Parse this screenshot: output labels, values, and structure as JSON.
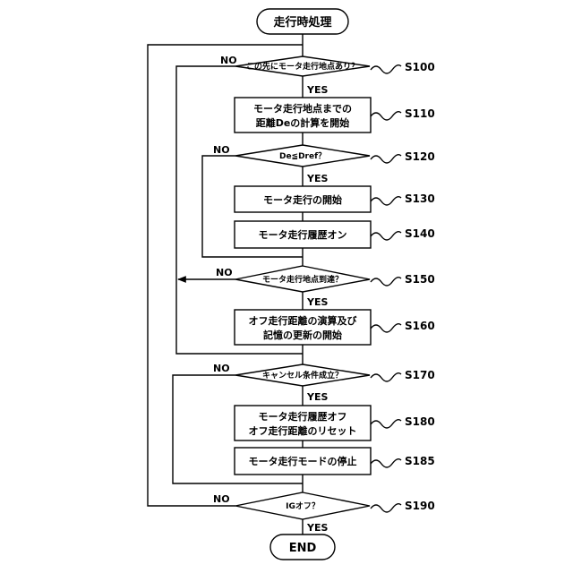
{
  "start": "走行時処理",
  "end": "END",
  "yes": "YES",
  "no": "NO",
  "steps": {
    "s100": {
      "id": "S100",
      "text": "この先にモータ走行地点あり？"
    },
    "s110": {
      "id": "S110",
      "line1": "モータ走行地点までの",
      "line2": "距離Deの計算を開始"
    },
    "s120": {
      "id": "S120",
      "text": "De≦Dref？"
    },
    "s130": {
      "id": "S130",
      "text": "モータ走行の開始"
    },
    "s140": {
      "id": "S140",
      "text": "モータ走行履歴オン"
    },
    "s150": {
      "id": "S150",
      "text": "モータ走行地点到達？"
    },
    "s160": {
      "id": "S160",
      "line1": "オフ走行距離の演算及び",
      "line2": "記憶の更新の開始"
    },
    "s170": {
      "id": "S170",
      "text": "キャンセル条件成立？"
    },
    "s180": {
      "id": "S180",
      "line1": "モータ走行履歴オフ",
      "line2": "オフ走行距離のリセット"
    },
    "s185": {
      "id": "S185",
      "text": "モータ走行モードの停止"
    },
    "s190": {
      "id": "S190",
      "text": "IGオフ？"
    }
  }
}
